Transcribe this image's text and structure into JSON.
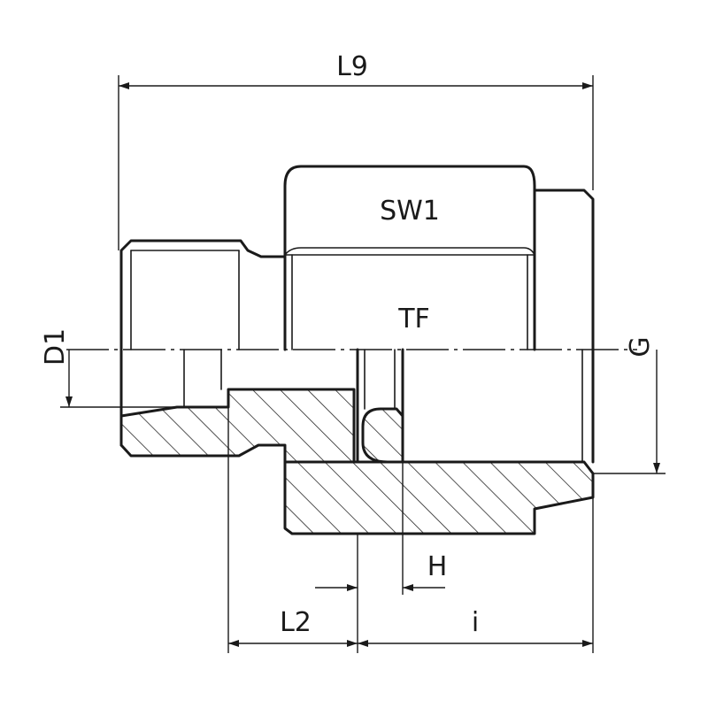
{
  "labels": {
    "l9": "L9",
    "sw1": "SW1",
    "tf": "TF",
    "d1": "D1",
    "g": "G",
    "h": "H",
    "l2": "L2",
    "i": "i"
  }
}
